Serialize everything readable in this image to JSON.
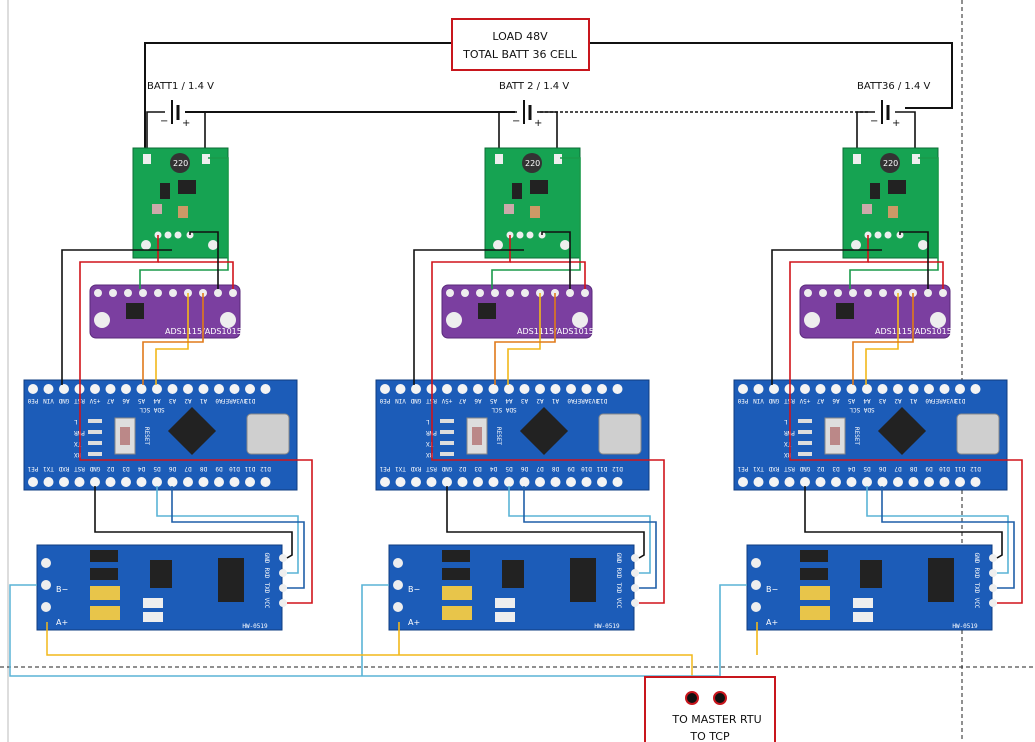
{
  "load_box": {
    "line1": "LOAD 48V",
    "line2": "TOTAL BATT 36 CELL"
  },
  "output_box": {
    "line1": "TO MASTER RTU",
    "line2": "TO TCP"
  },
  "columns": [
    {
      "battery_label": "BATT1  / 1.4 V"
    },
    {
      "battery_label": "BATT 2 / 1.4 V"
    },
    {
      "battery_label": "BATT36  / 1.4 V"
    }
  ],
  "boards": {
    "boost_inductor": "220",
    "adc_label": "ADS1115/ADS1015",
    "nano_top_pins": [
      "PE0",
      "VIN",
      "GND",
      "RST",
      "+5V",
      "A7",
      "A6",
      "A5",
      "A4",
      "A3",
      "A2",
      "A1",
      "A0",
      "3V3AREF",
      "D13"
    ],
    "nano_top_sub": "SDA SCL",
    "nano_bottom_pins": [
      "PE1",
      "TX1",
      "RXD",
      "RST",
      "GND",
      "D2",
      "D3",
      "D4",
      "D5",
      "D6",
      "D7",
      "D8",
      "D9",
      "D10",
      "D11",
      "D12"
    ],
    "nano_leds": [
      "L",
      "PWR",
      "TX",
      "RX"
    ],
    "nano_reset": "RESET",
    "rs485_left": [
      "B−",
      "A+"
    ],
    "rs485_right": [
      "GND",
      "RXD",
      "TXD",
      "VCC"
    ],
    "rs485_model": "HW-0519"
  },
  "colors": {
    "wire_black": "#111111",
    "wire_red": "#d0141b",
    "wire_green": "#1a9a4a",
    "wire_yellow": "#f2b81a",
    "wire_orange": "#e07a1a",
    "wire_lightblue": "#5ab4d6",
    "wire_darkblue": "#1f5fa8",
    "box_border": "#c8161d",
    "board_green": "#16a352",
    "board_purple": "#7b3fa0",
    "board_blue": "#1c5cb8"
  }
}
